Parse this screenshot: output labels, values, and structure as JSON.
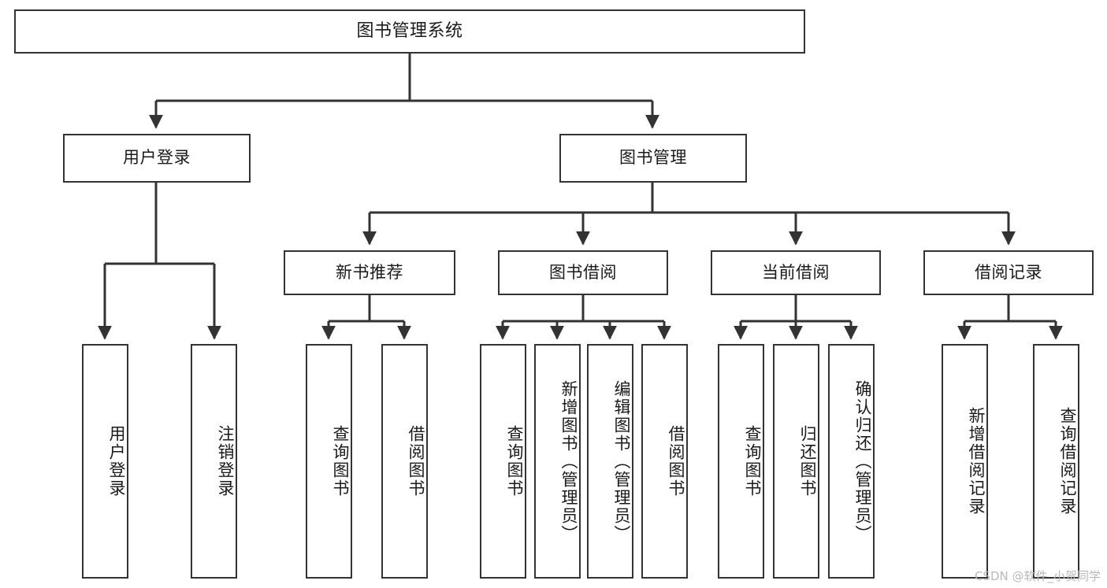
{
  "diagram": {
    "title": "图书管理系统",
    "type": "tree-hierarchy",
    "watermark": "CSDN @软件_小贺同学",
    "colors": {
      "box_border": "#333333",
      "box_fill": "#ffffff",
      "edge": "#333333",
      "text": "#1a1a1a",
      "watermark": "#b9b9b9"
    }
  },
  "nodes": {
    "root": {
      "label": "图书管理系统"
    },
    "level2": [
      {
        "id": "user-login",
        "label": "用户登录"
      },
      {
        "id": "book-management",
        "label": "图书管理"
      }
    ],
    "level3": [
      {
        "id": "new-book-recommend",
        "label": "新书推荐"
      },
      {
        "id": "book-borrow",
        "label": "图书借阅"
      },
      {
        "id": "current-borrow",
        "label": "当前借阅"
      },
      {
        "id": "borrow-record",
        "label": "借阅记录"
      }
    ],
    "leaves": {
      "user-login": [
        {
          "id": "leaf-user-login",
          "label": "用户登录"
        },
        {
          "id": "leaf-logout",
          "label": "注销登录"
        }
      ],
      "new-book-recommend": [
        {
          "id": "leaf-query-book-1",
          "label": "查询图书"
        },
        {
          "id": "leaf-borrow-book-1",
          "label": "借阅图书"
        }
      ],
      "book-borrow": [
        {
          "id": "leaf-query-book-2",
          "label": "查询图书"
        },
        {
          "id": "leaf-add-book",
          "label": "新增图书（管理员）"
        },
        {
          "id": "leaf-edit-book",
          "label": "编辑图书（管理员）"
        },
        {
          "id": "leaf-borrow-book-2",
          "label": "借阅图书"
        }
      ],
      "current-borrow": [
        {
          "id": "leaf-query-book-3",
          "label": "查询图书"
        },
        {
          "id": "leaf-return-book",
          "label": "归还图书"
        },
        {
          "id": "leaf-confirm-return",
          "label": "确认归还（管理员）"
        }
      ],
      "borrow-record": [
        {
          "id": "leaf-add-record",
          "label": "新增借阅记录"
        },
        {
          "id": "leaf-query-record",
          "label": "查询借阅记录"
        }
      ]
    }
  }
}
